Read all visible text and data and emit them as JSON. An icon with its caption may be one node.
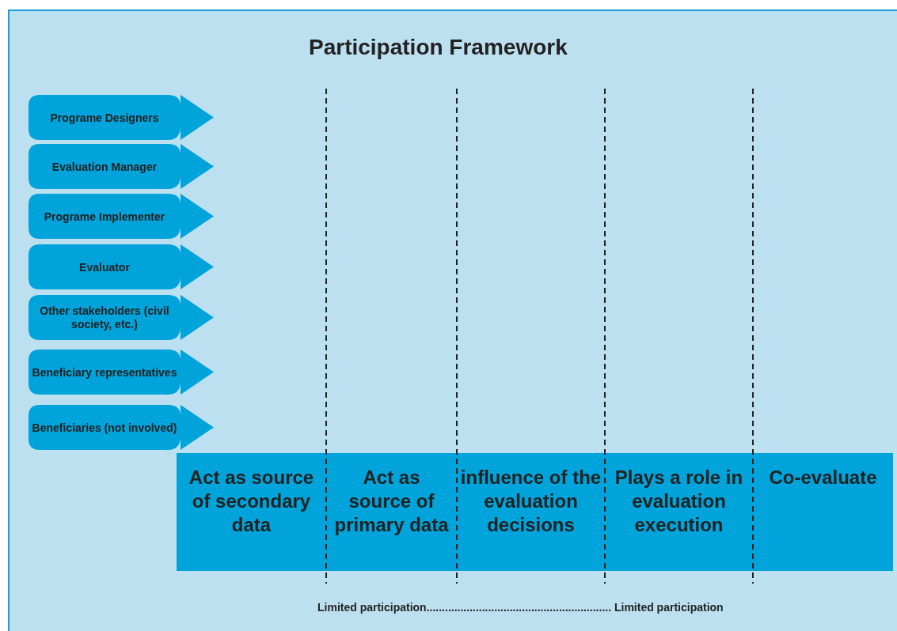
{
  "diagram": {
    "title": "Participation Framework",
    "nodes": [
      {
        "text": [
          "Programe Designers"
        ]
      },
      {
        "text": [
          "Evaluation Manager"
        ]
      },
      {
        "text": [
          "Programe Implementer"
        ]
      },
      {
        "text": [
          "Evaluator"
        ]
      },
      {
        "text": [
          "Other stakeholders (civil society, etc.)"
        ]
      },
      {
        "text": [
          "Beneficiary representatives"
        ]
      },
      {
        "text": [
          "Beneficiaries (not involved)"
        ]
      },
      {
        "text": [
          "Act as source of secondary data"
        ]
      },
      {
        "text": [
          "Act as source of primary data"
        ]
      },
      {
        "text": [
          "influence of the evaluation decisions"
        ]
      },
      {
        "text": [
          "Plays a role in evaluation execution"
        ]
      },
      {
        "text": [
          "Co-evaluate"
        ]
      }
    ],
    "labels": [
      "Limited participation............................................................ Limited participation"
    ]
  }
}
